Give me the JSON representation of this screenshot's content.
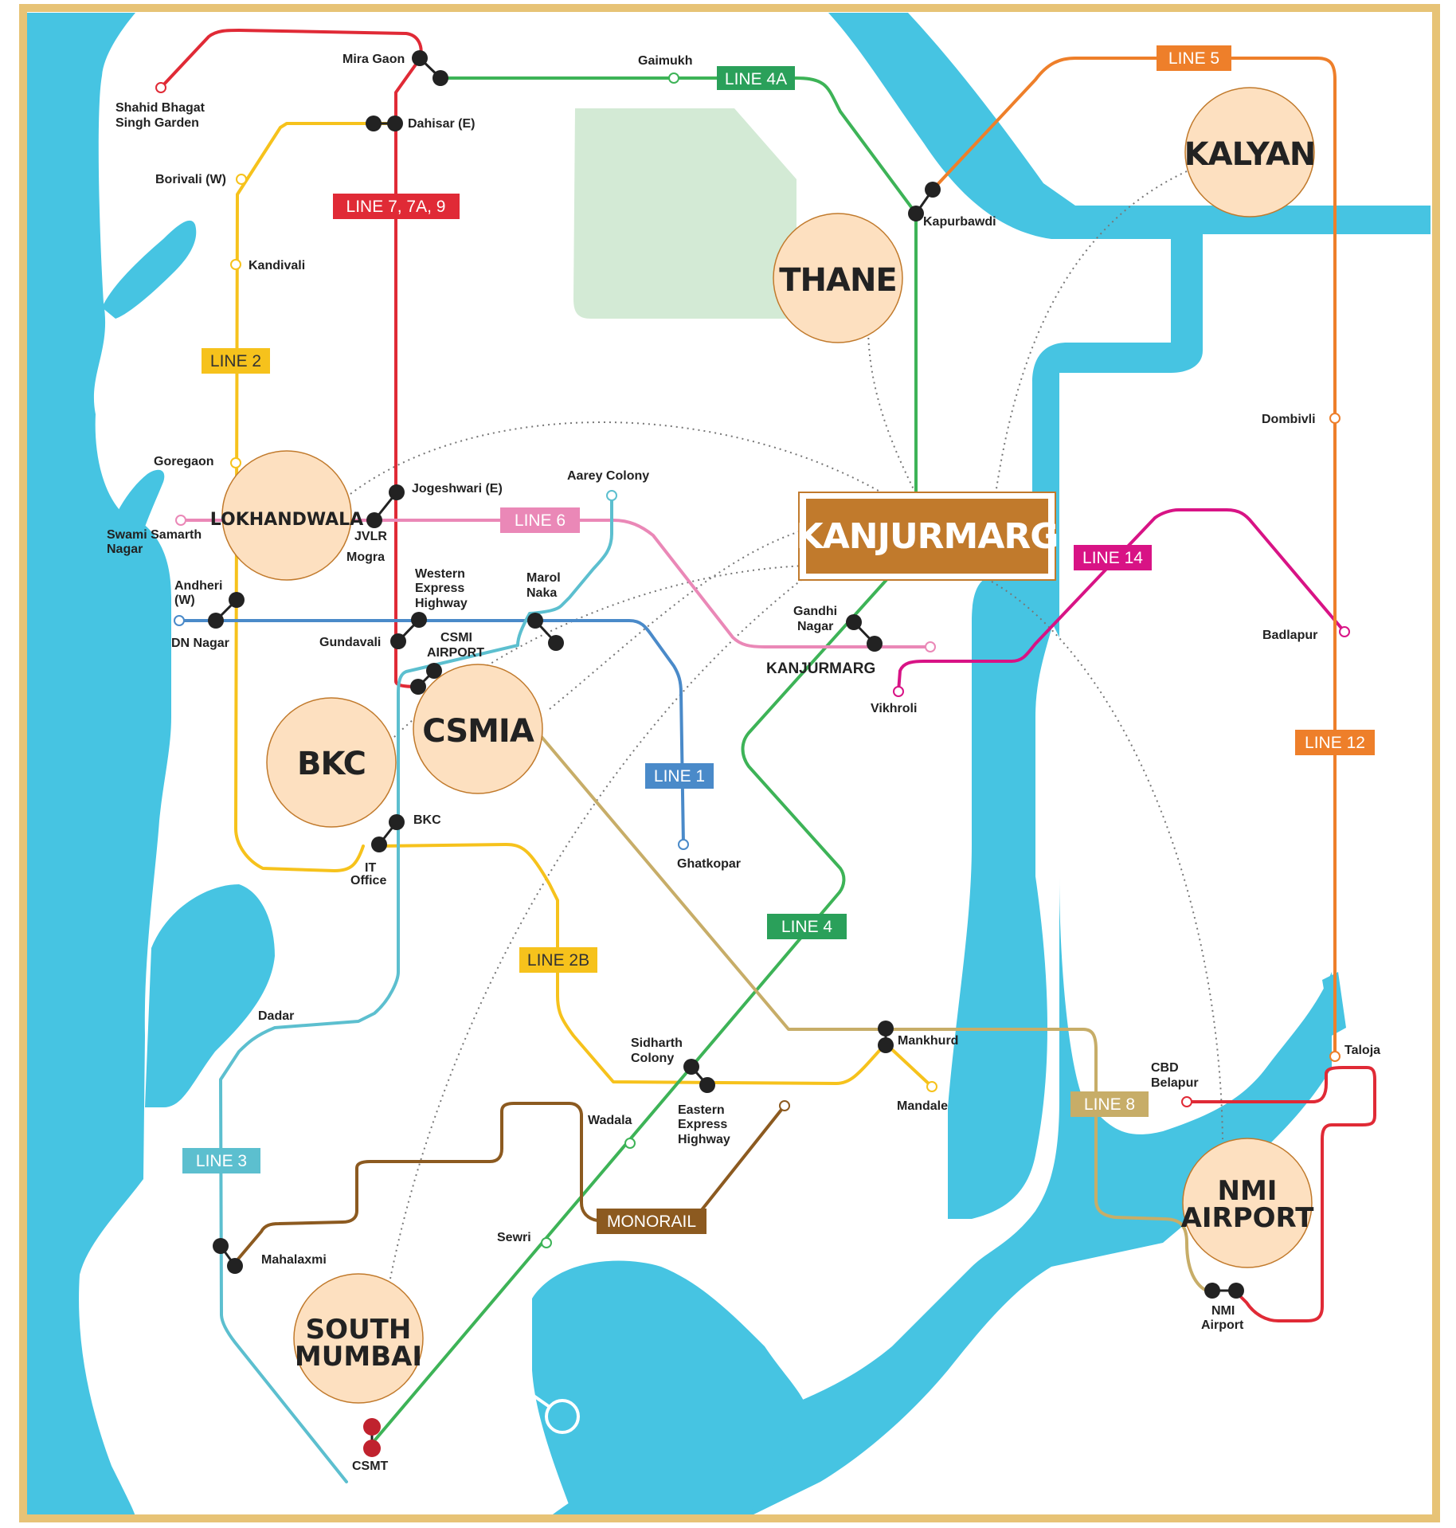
{
  "colors": {
    "water": "#46c4e2",
    "park": "#d3ead5",
    "hub_fill": "#fde0c0",
    "hub_stroke": "#c17a2c",
    "focus": "#c17a2c",
    "frame": "#e7c376",
    "station": "#222222",
    "line_red": "#e02a36",
    "line_yellow": "#f6c21c",
    "line_green": "#3db357",
    "line_green_dark": "#2aa05a",
    "line_orange": "#ee7f2a",
    "line_pink": "#ea88b7",
    "line_magenta": "#d81385",
    "line_blue": "#4a8ac9",
    "line_cyan": "#5cbfcf",
    "line_tan": "#c7ad68",
    "line_brown": "#8c5a20"
  },
  "hubs": {
    "kalyan": "KALYAN",
    "thane": "THANE",
    "lokhandwala": "LOKHANDWALA",
    "csmia": "CSMIA",
    "bkc": "BKC",
    "south_mumbai_1": "SOUTH",
    "south_mumbai_2": "MUMBAI",
    "nmi_airport_1": "NMI",
    "nmi_airport_2": "AIRPORT"
  },
  "focus_label": "KANJURMARG",
  "lines": {
    "line7": "LINE 7, 7A, 9",
    "line4a": "LINE 4A",
    "line5": "LINE 5",
    "line2": "LINE 2",
    "line6": "LINE 6",
    "line14": "LINE 14",
    "line12": "LINE 12",
    "line1": "LINE 1",
    "line4": "LINE 4",
    "line2b": "LINE 2B",
    "line8": "LINE 8",
    "line3": "LINE 3",
    "monorail": "MONORAIL"
  },
  "stations": {
    "mira_gaon": "Mira Gaon",
    "shahid_1": "Shahid Bhagat",
    "shahid_2": "Singh Garden",
    "gaimukh": "Gaimukh",
    "dahisar": "Dahisar (E)",
    "borivali": "Borivali (W)",
    "kandivali": "Kandivali",
    "kapurbawdi": "Kapurbawdi",
    "dombivli": "Dombivli",
    "goregaon": "Goregaon",
    "aarey": "Aarey Colony",
    "jogeshwari": "Jogeshwari (E)",
    "swami_1": "Swami Samarth",
    "swami_2": "Nagar",
    "jvlr": "JVLR",
    "mogra": "Mogra",
    "andheri_1": "Andheri",
    "andheri_2": "(W)",
    "dn_nagar": "DN Nagar",
    "weh_1": "Western",
    "weh_2": "Express",
    "weh_3": "Highway",
    "marol_1": "Marol",
    "marol_2": "Naka",
    "gundavali": "Gundavali",
    "csmi_1": "CSMI",
    "csmi_2": "AIRPORT",
    "gandhi_1": "Gandhi",
    "gandhi_2": "Nagar",
    "kanjurmarg": "KANJURMARG",
    "vikhroli": "Vikhroli",
    "badlapur": "Badlapur",
    "bkc_stn": "BKC",
    "it_1": "IT",
    "it_2": "Office",
    "ghatkopar": "Ghatkopar",
    "dadar": "Dadar",
    "mankhurd": "Mankhurd",
    "mandale": "Mandale",
    "sidharth_1": "Sidharth",
    "sidharth_2": "Colony",
    "eeh_1": "Eastern",
    "eeh_2": "Express",
    "eeh_3": "Highway",
    "wadala": "Wadala",
    "taloja": "Taloja",
    "cbd_1": "CBD",
    "cbd_2": "Belapur",
    "sewri": "Sewri",
    "mahalaxmi": "Mahalaxmi",
    "nmi_1": "NMI",
    "nmi_2": "Airport",
    "csmt": "CSMT"
  }
}
